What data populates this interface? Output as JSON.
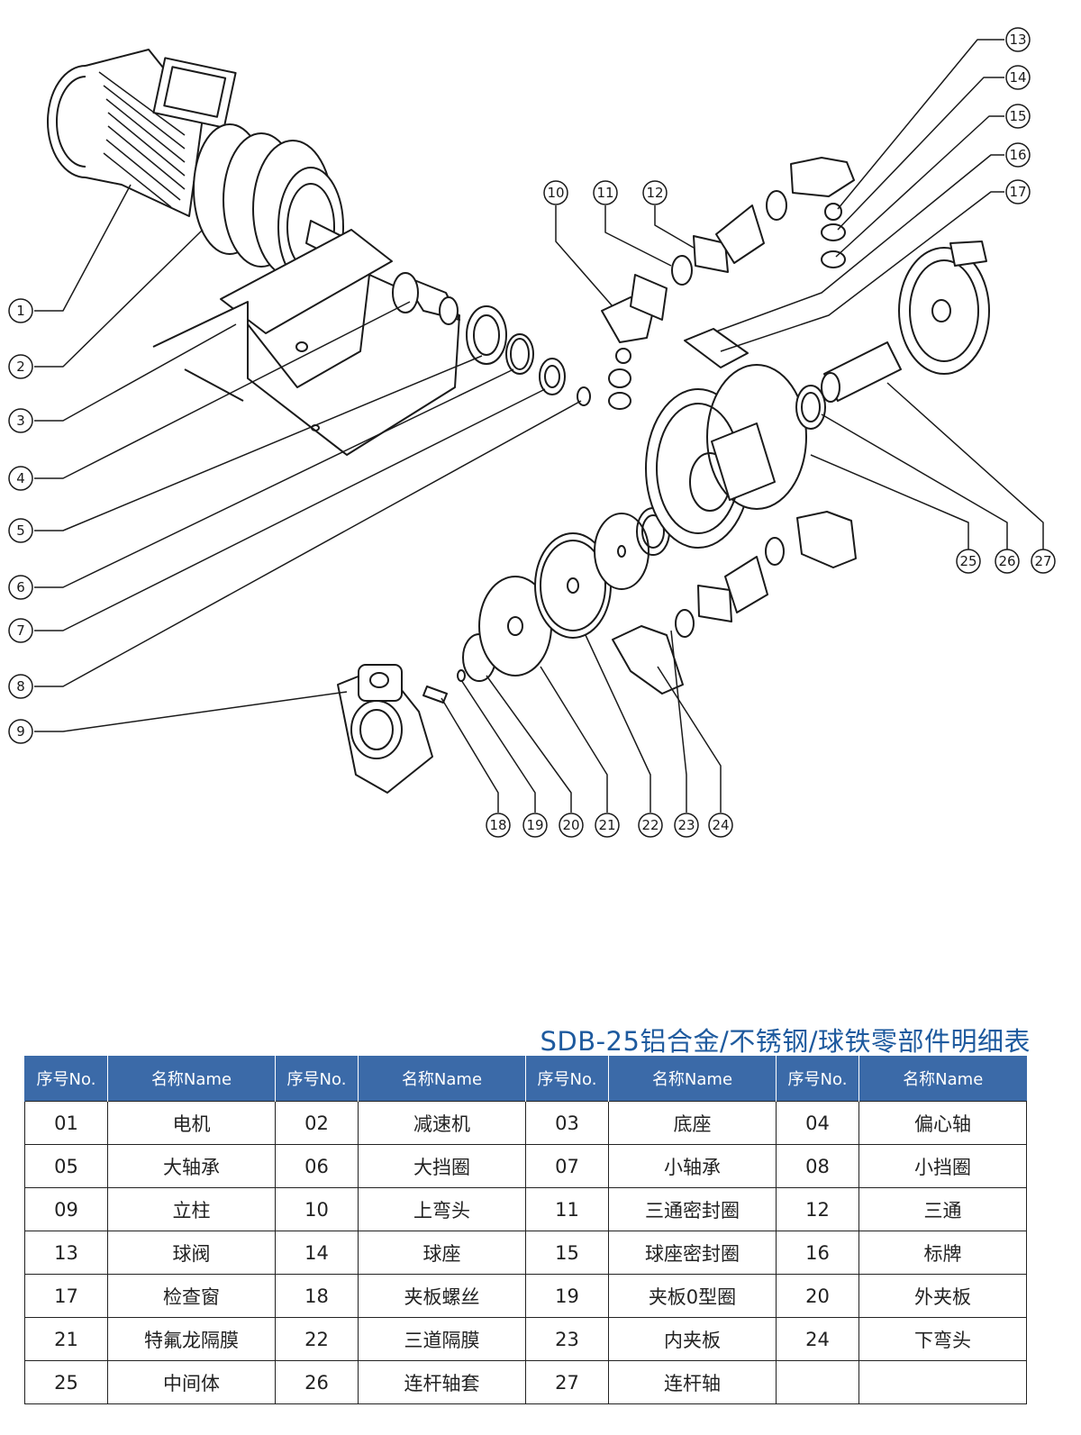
{
  "callouts": [
    "1",
    "2",
    "3",
    "4",
    "5",
    "6",
    "7",
    "8",
    "9",
    "10",
    "11",
    "12",
    "13",
    "14",
    "15",
    "16",
    "17",
    "18",
    "19",
    "20",
    "21",
    "22",
    "23",
    "24",
    "25",
    "26",
    "27"
  ],
  "table": {
    "title": "SDB-25铝合金/不锈钢/球铁零部件明细表",
    "headers": [
      "序号No.",
      "名称Name",
      "序号No.",
      "名称Name",
      "序号No.",
      "名称Name",
      "序号No.",
      "名称Name"
    ],
    "rows": [
      [
        "01",
        "电机",
        "02",
        "减速机",
        "03",
        "底座",
        "04",
        "偏心轴"
      ],
      [
        "05",
        "大轴承",
        "06",
        "大挡圈",
        "07",
        "小轴承",
        "08",
        "小挡圈"
      ],
      [
        "09",
        "立柱",
        "10",
        "上弯头",
        "11",
        "三通密封圈",
        "12",
        "三通"
      ],
      [
        "13",
        "球阀",
        "14",
        "球座",
        "15",
        "球座密封圈",
        "16",
        "标牌"
      ],
      [
        "17",
        "检查窗",
        "18",
        "夹板螺丝",
        "19",
        "夹板0型圈",
        "20",
        "外夹板"
      ],
      [
        "21",
        "特氟龙隔膜",
        "22",
        "三道隔膜",
        "23",
        "内夹板",
        "24",
        "下弯头"
      ],
      [
        "25",
        "中间体",
        "26",
        "连杆轴套",
        "27",
        "连杆轴",
        "",
        ""
      ]
    ]
  },
  "colors": {
    "title": "#1e5a9e",
    "header_bg": "#3b6aa8",
    "line": "#222222"
  }
}
